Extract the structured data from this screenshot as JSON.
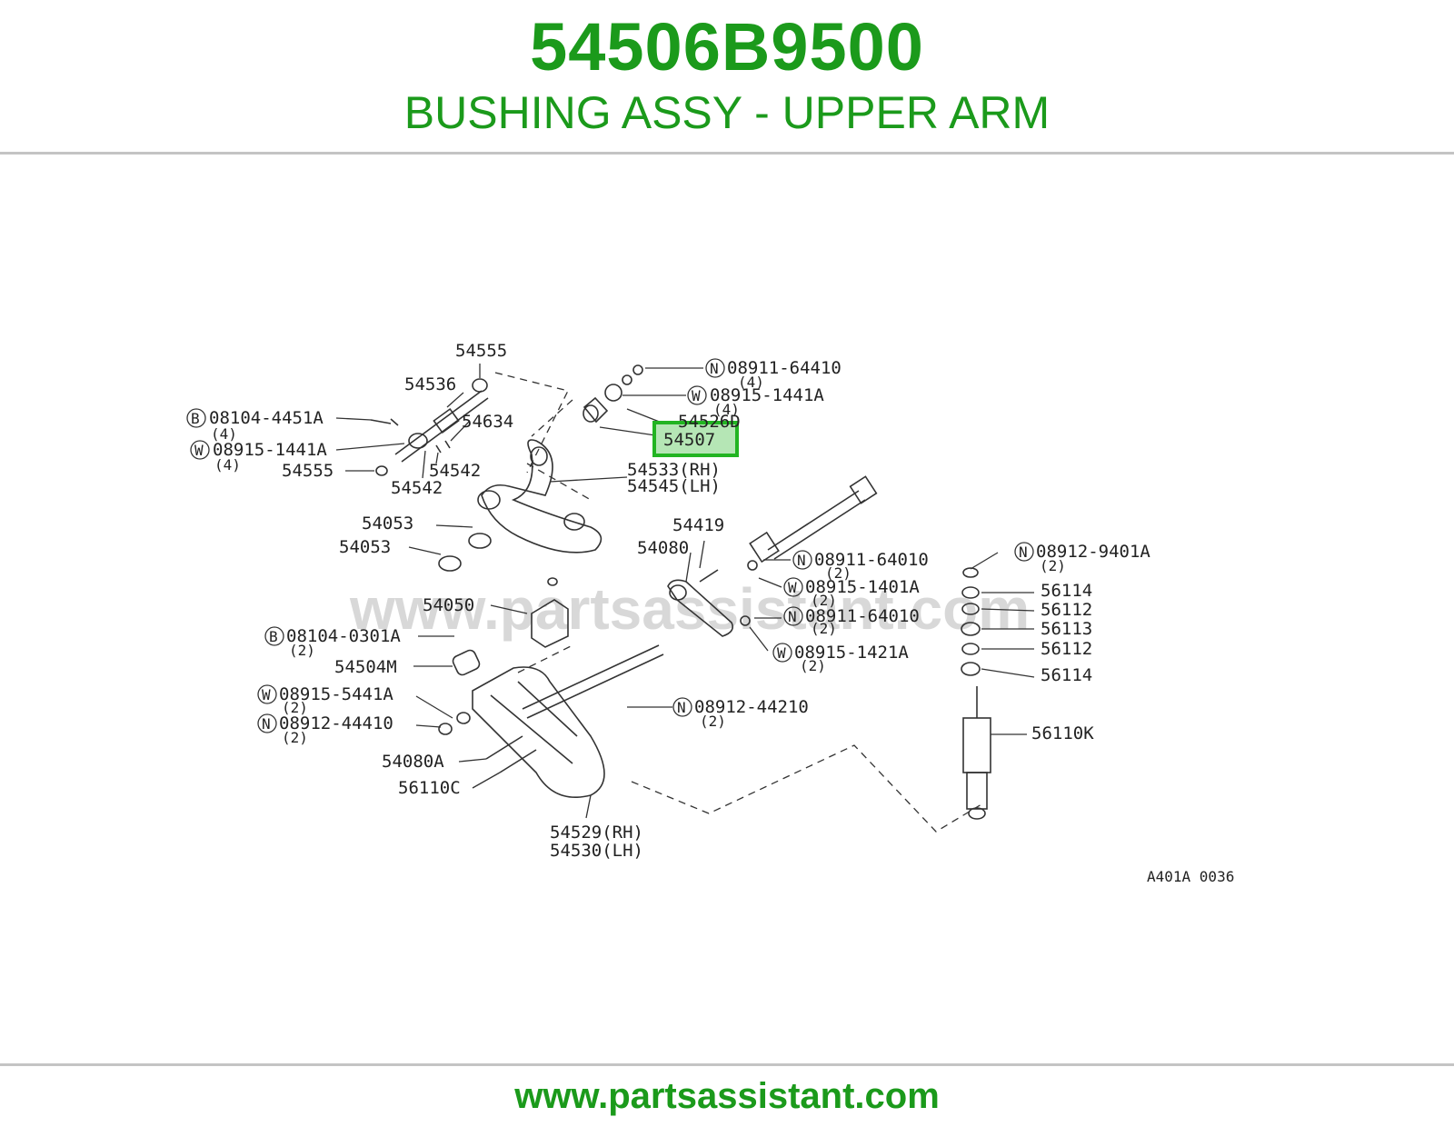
{
  "header": {
    "part_number": "54506B9500",
    "description": "BUSHING ASSY - UPPER ARM"
  },
  "footer": {
    "url": "www.partsassistant.com"
  },
  "watermark": "www.partsassistant.com",
  "highlight_color": "#22b422",
  "brand_color": "#1b9a1b",
  "diagram": {
    "code": "A401A 0036",
    "highlighted_label": "54507",
    "labels": {
      "p54555a": "54555",
      "p54536": "54536",
      "b08104_4451A": "08104-4451A",
      "b08104_4451A_qty": "(4)",
      "p54634": "54634",
      "w08915_1441A_left": "08915-1441A",
      "w08915_1441A_left_qty": "(4)",
      "p54555b": "54555",
      "p54542a": "54542",
      "p54542b": "54542",
      "n08911_64410": "08911-64410",
      "n08911_64410_qty": "(4)",
      "w08915_1441A_right": "08915-1441A",
      "w08915_1441A_right_qty": "(4)",
      "p54526D": "54526D",
      "p54507": "54507",
      "p54533": "54533(RH)",
      "p54545": "54545(LH)",
      "p54053a": "54053",
      "p54053b": "54053",
      "p54419": "54419",
      "p54080": "54080",
      "n08911_64010a": "08911-64010",
      "n08911_64010a_qty": "(2)",
      "w08915_1401A": "08915-1401A",
      "w08915_1401A_qty": "(2)",
      "n08911_64010b": "08911-64010",
      "n08911_64010b_qty": "(2)",
      "w08915_1421A": "08915-1421A",
      "w08915_1421A_qty": "(2)",
      "p54050": "54050",
      "b08104_0301A": "08104-0301A",
      "b08104_0301A_qty": "(2)",
      "p54504M": "54504M",
      "w08915_5441A": "08915-5441A",
      "w08915_5441A_qty": "(2)",
      "n08912_44410": "08912-44410",
      "n08912_44410_qty": "(2)",
      "n08912_44210": "08912-44210",
      "n08912_44210_qty": "(2)",
      "p54080A": "54080A",
      "p56110C": "56110C",
      "p54529": "54529(RH)",
      "p54530": "54530(LH)",
      "n08912_9401A": "08912-9401A",
      "n08912_9401A_qty": "(2)",
      "p56114a": "56114",
      "p56112a": "56112",
      "p56113": "56113",
      "p56112b": "56112",
      "p56114b": "56114",
      "p56110K": "56110K"
    },
    "markers": {
      "B": "B",
      "W": "W",
      "N": "N"
    }
  }
}
